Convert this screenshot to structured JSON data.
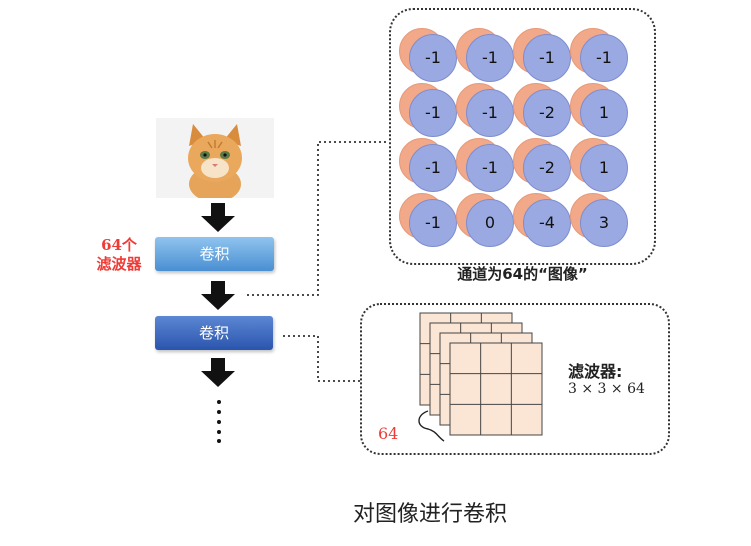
{
  "left_flow": {
    "filter_count_label": "64个\n滤波器",
    "conv_box_1_label": "卷积",
    "conv_box_2_label": "卷积"
  },
  "feature_panel": {
    "caption": "通道为64的“图像”",
    "grid": [
      [
        "-1",
        "-1",
        "-1",
        "-1"
      ],
      [
        "-1",
        "-1",
        "-2",
        "1"
      ],
      [
        "-1",
        "-1",
        "-2",
        "1"
      ],
      [
        "-1",
        "0",
        "-4",
        "3"
      ]
    ]
  },
  "filter_panel": {
    "title": "滤波器:",
    "dims": "3 × 3 × 64",
    "depth_label": "64"
  },
  "main_caption": "对图像进行卷积",
  "colors": {
    "accent_red": "#ef3b36",
    "circle_blue": "#9aa9e2",
    "circle_orange": "#f1a98a",
    "filter_fill": "#fbe6d6"
  }
}
